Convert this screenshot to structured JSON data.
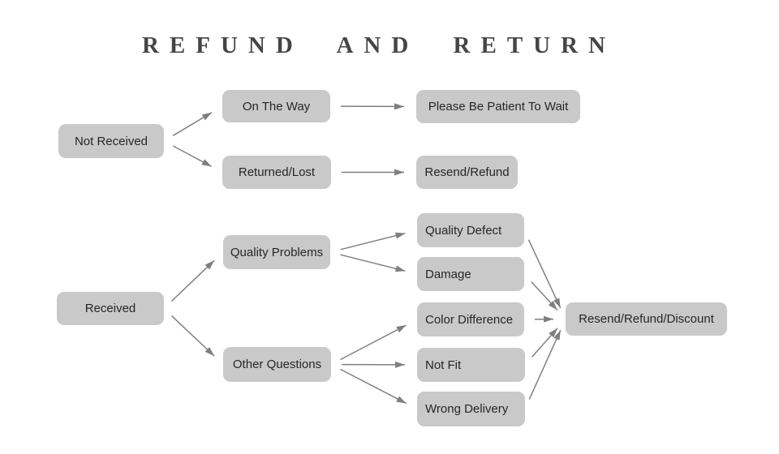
{
  "title": "REFUND AND RETURN",
  "colors": {
    "background": "#ffffff",
    "box_fill": "#c9c9c9",
    "box_text": "#262626",
    "arrow": "#7f7f7f",
    "title_text": "#454545"
  },
  "nodes": {
    "not_received": {
      "label": "Not Received"
    },
    "on_the_way": {
      "label": "On The Way"
    },
    "returned_lost": {
      "label": "Returned/Lost"
    },
    "please_wait": {
      "label": "Please Be Patient To Wait"
    },
    "resend_refund": {
      "label": "Resend/Refund"
    },
    "received": {
      "label": "Received"
    },
    "quality_problems": {
      "label": "Quality Problems"
    },
    "other_questions": {
      "label": "Other Questions"
    },
    "quality_defect": {
      "label": "Quality Defect"
    },
    "damage": {
      "label": "Damage"
    },
    "color_difference": {
      "label": "Color Difference"
    },
    "not_fit": {
      "label": "Not Fit"
    },
    "wrong_delivery": {
      "label": "Wrong Delivery"
    },
    "resend_refund_discount": {
      "label": "Resend/Refund/Discount"
    }
  },
  "edges": [
    {
      "from": "not_received",
      "to": "on_the_way"
    },
    {
      "from": "not_received",
      "to": "returned_lost"
    },
    {
      "from": "on_the_way",
      "to": "please_wait"
    },
    {
      "from": "returned_lost",
      "to": "resend_refund"
    },
    {
      "from": "received",
      "to": "quality_problems"
    },
    {
      "from": "received",
      "to": "other_questions"
    },
    {
      "from": "quality_problems",
      "to": "quality_defect"
    },
    {
      "from": "quality_problems",
      "to": "damage"
    },
    {
      "from": "other_questions",
      "to": "color_difference"
    },
    {
      "from": "other_questions",
      "to": "not_fit"
    },
    {
      "from": "other_questions",
      "to": "wrong_delivery"
    },
    {
      "from": "quality_defect",
      "to": "resend_refund_discount"
    },
    {
      "from": "damage",
      "to": "resend_refund_discount"
    },
    {
      "from": "color_difference",
      "to": "resend_refund_discount"
    },
    {
      "from": "not_fit",
      "to": "resend_refund_discount"
    },
    {
      "from": "wrong_delivery",
      "to": "resend_refund_discount"
    }
  ]
}
